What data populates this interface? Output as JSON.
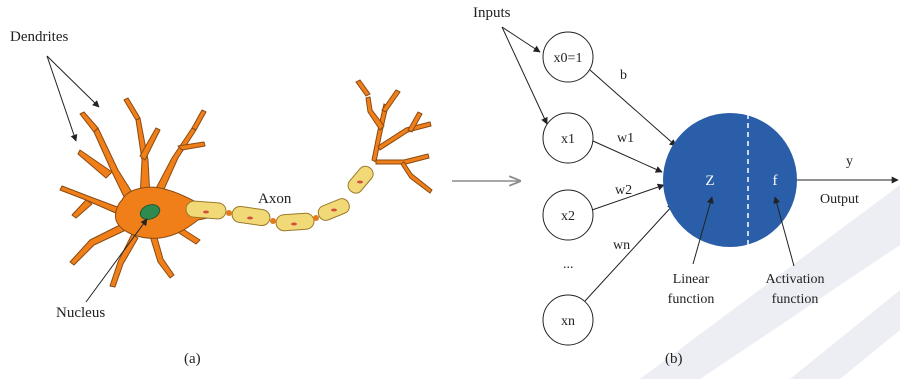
{
  "panel_a": {
    "label_dendrites": "Dendrites",
    "label_axon": "Axon",
    "label_nucleus": "Nucleus",
    "caption": "(a)"
  },
  "panel_b": {
    "label_inputs": "Inputs",
    "nodes": [
      "x0=1",
      "x1",
      "x2",
      "xn"
    ],
    "ellipsis": "...",
    "weights": [
      "b",
      "w1",
      "w2",
      "wn"
    ],
    "neuron_z": "Z",
    "neuron_f": "f",
    "label_y": "y",
    "label_output": "Output",
    "linear_line1": "Linear",
    "linear_line2": "function",
    "activation_line1": "Activation",
    "activation_line2": "function",
    "caption": "(b)"
  },
  "colors": {
    "neuron_body": "#f07f1a",
    "axon_segment": "#f2d978",
    "nucleus": "#2f8a4f",
    "perceptron": "#2a5ea8",
    "arrow": "#222222",
    "connector_arrow": "#8c8c8c",
    "watermark": "#e9ebf2"
  }
}
